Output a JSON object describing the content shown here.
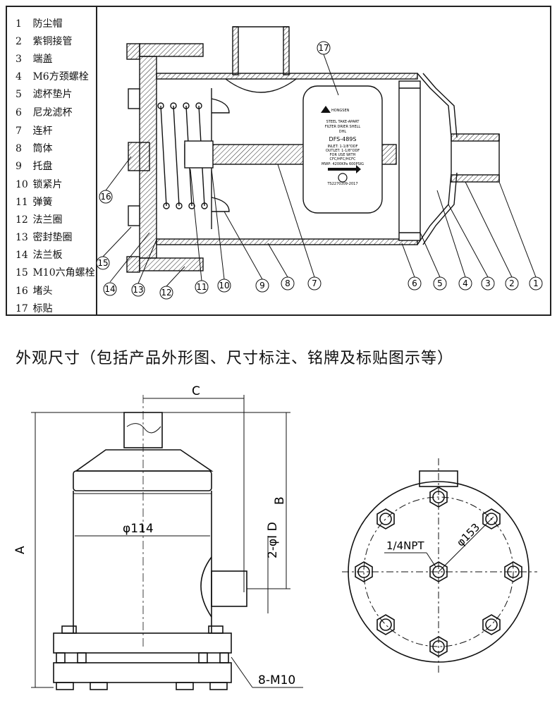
{
  "parts_list": [
    {
      "num": "1",
      "name": "防尘帽"
    },
    {
      "num": "2",
      "name": "紫铜接管"
    },
    {
      "num": "3",
      "name": "端盖"
    },
    {
      "num": "4",
      "name": "M6方颈螺栓"
    },
    {
      "num": "5",
      "name": "滤杯垫片"
    },
    {
      "num": "6",
      "name": "尼龙滤杯"
    },
    {
      "num": "7",
      "name": "连杆"
    },
    {
      "num": "8",
      "name": "筒体"
    },
    {
      "num": "9",
      "name": "托盘"
    },
    {
      "num": "10",
      "name": "锁紧片"
    },
    {
      "num": "11",
      "name": "弹簧"
    },
    {
      "num": "12",
      "name": "法兰圈"
    },
    {
      "num": "13",
      "name": "密封垫圈"
    },
    {
      "num": "14",
      "name": "法兰板"
    },
    {
      "num": "15",
      "name": "M10六角螺栓"
    },
    {
      "num": "16",
      "name": "堵头"
    },
    {
      "num": "17",
      "name": "标贴"
    }
  ],
  "callouts_bottom": [
    "14",
    "13",
    "12",
    "11",
    "10",
    "9",
    "8",
    "7",
    "6",
    "5",
    "4",
    "3",
    "2",
    "1"
  ],
  "callouts_other": {
    "c17": "17",
    "c16": "16",
    "c15": "15"
  },
  "product_label": {
    "brand": "HONGSEN",
    "line1": "STEEL TAKE-APART",
    "line2": "FILTER DRIER SHELL",
    "line3": "DHL",
    "model": "DFS-489S",
    "inlet": "INLET: 1-1/8\"ODF",
    "outlet": "OUTLET: 1-1/8\"ODF",
    "use_with": "FOR USE WITH",
    "cfc": "CFC/HFC/HCFC",
    "pressure": "MWP: 4200KPa  600PSIG",
    "code": "TS2270309-2017"
  },
  "section_heading": "外观尺寸（包括产品外形图、尺寸标注、铭牌及标贴图示等）",
  "dimensions": {
    "A": "A",
    "B": "B",
    "C": "C",
    "phi114": "φ114",
    "phiID": "2-φI D",
    "m10": "8-M10",
    "phi153": "φ153",
    "npt": "1/4NPT"
  }
}
